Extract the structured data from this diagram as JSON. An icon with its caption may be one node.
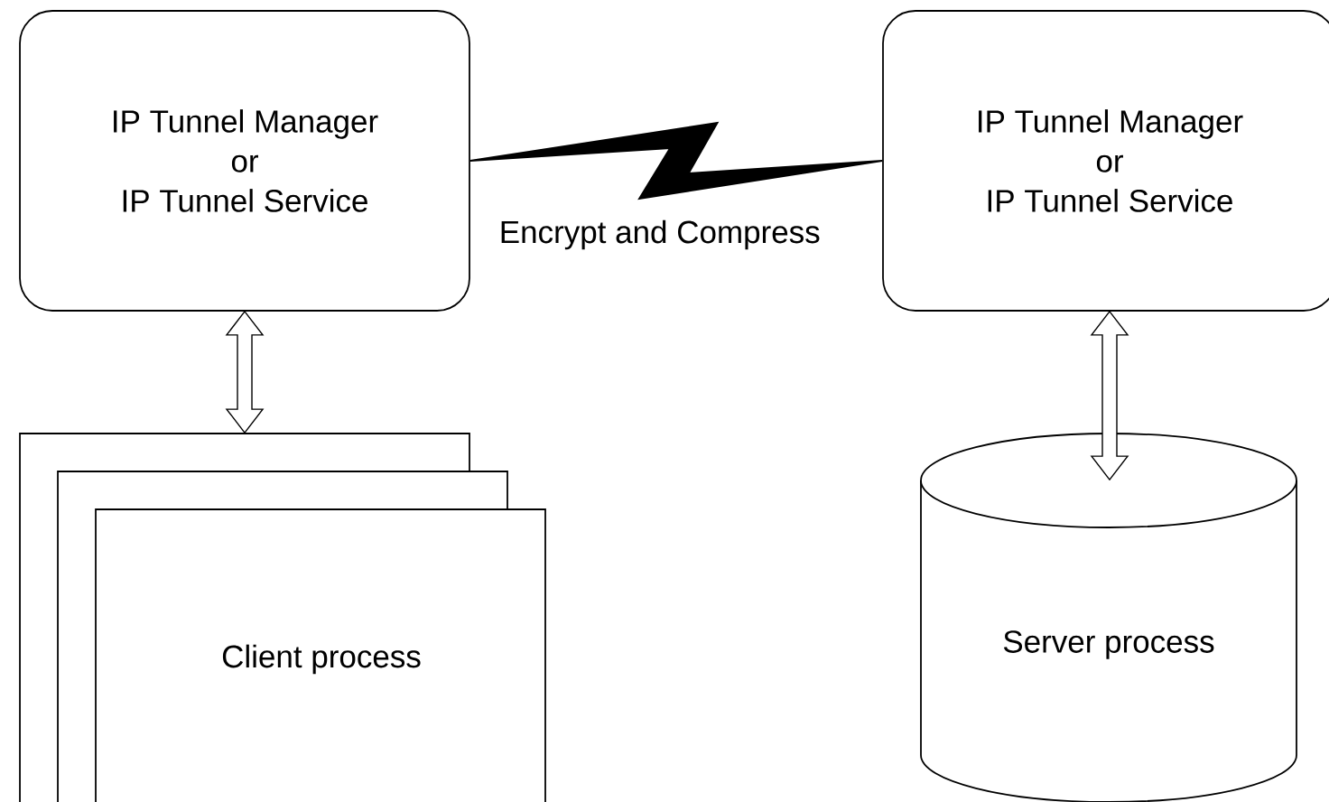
{
  "diagram": {
    "nodes": [
      {
        "text": [
          "IP Tunnel Manager",
          "or",
          "IP Tunnel Service"
        ]
      },
      {
        "text": [
          "IP Tunnel Manager",
          "or",
          "IP Tunnel Service"
        ]
      },
      {
        "text": [
          "Client process"
        ]
      },
      {
        "text": [
          "Server process"
        ]
      }
    ],
    "edges": [
      {
        "from": 0,
        "to": 1,
        "arrow": "none",
        "label": "Encrypt and Compress"
      },
      {
        "from": 0,
        "to": 2,
        "arrow": "both"
      },
      {
        "from": 1,
        "to": 3,
        "arrow": "both"
      }
    ]
  }
}
